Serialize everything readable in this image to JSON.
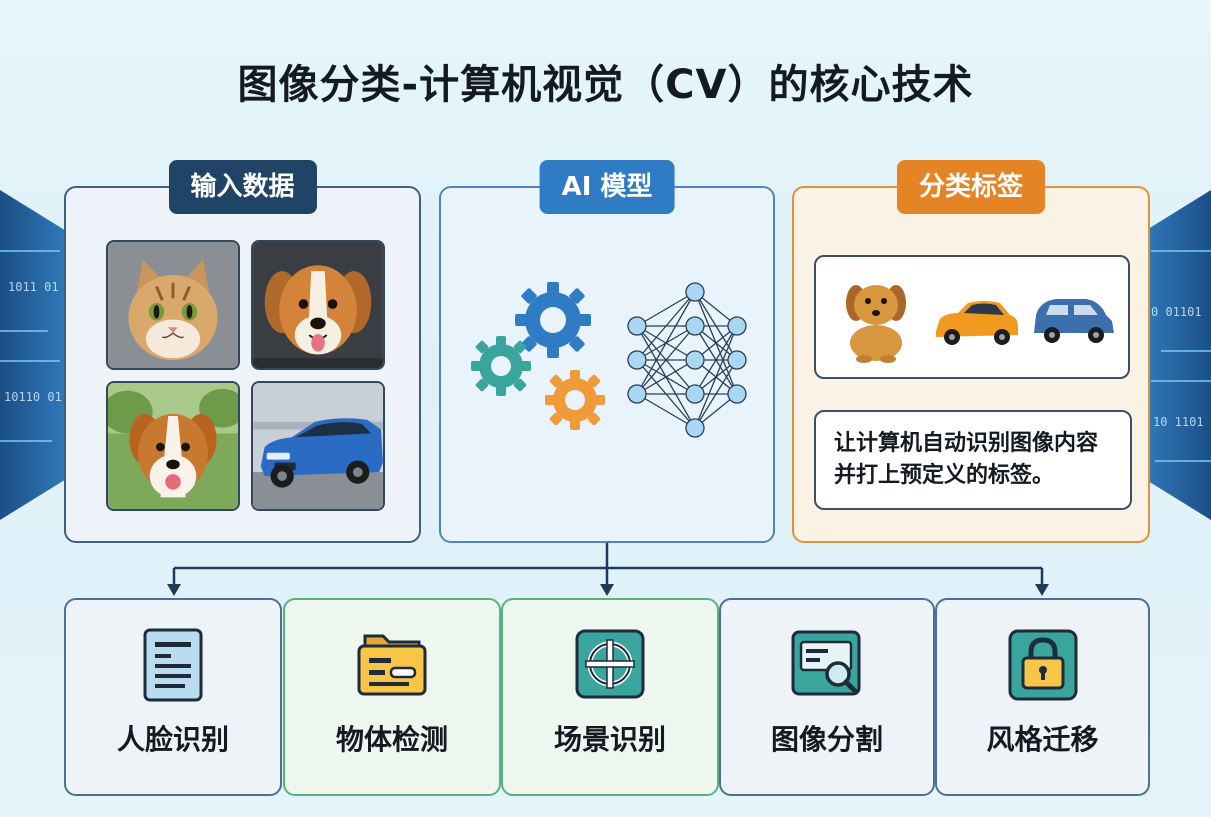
{
  "title": "图像分类-计算机视觉（CV）的核心技术",
  "panels": {
    "input": {
      "heading": "输入数据"
    },
    "model": {
      "heading": "AI 模型"
    },
    "label": {
      "heading": "分类标签",
      "description": "让计算机自动识别图像内容并打上预定义的标签。"
    }
  },
  "side_bits": [
    "1011 01",
    "10110 01",
    "0 01101",
    "10 1101"
  ],
  "applications": [
    {
      "label": "人脸识别",
      "icon": "document-list-icon"
    },
    {
      "label": "物体检测",
      "icon": "folder-card-icon"
    },
    {
      "label": "场景识别",
      "icon": "crosshair-icon"
    },
    {
      "label": "图像分割",
      "icon": "image-search-icon"
    },
    {
      "label": "风格迁移",
      "icon": "lock-icon"
    }
  ],
  "colors": {
    "navy": "#1f4466",
    "blue": "#2f7cc4",
    "orange": "#e58424",
    "green_border": "#5ab27a"
  }
}
